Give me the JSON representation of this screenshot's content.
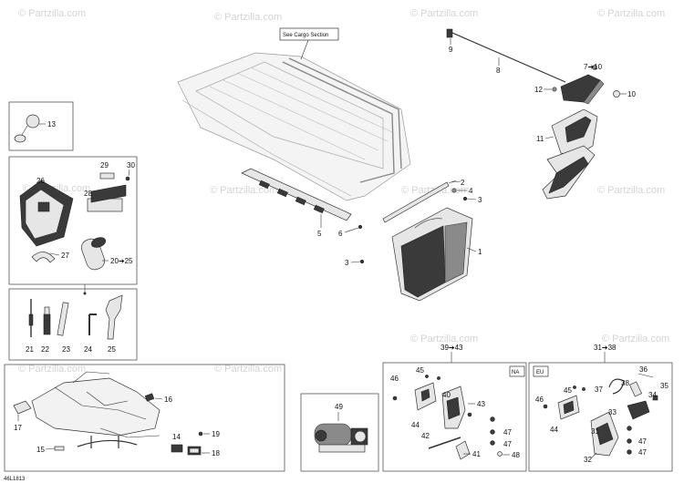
{
  "watermark": "© Partzilla.com",
  "diagram_code": "46L1813",
  "see_cargo_label": "See Cargo Section",
  "region_na": "NA",
  "region_eu": "EU",
  "callouts": {
    "c1": "1",
    "c2": "2",
    "c3a": "3",
    "c3b": "3",
    "c4": "4",
    "c5": "5",
    "c6": "6",
    "c8": "8",
    "c9": "9",
    "c7to10": "7➔10",
    "c10": "10",
    "c11": "11",
    "c12": "12",
    "c13": "13",
    "c14": "14",
    "c15": "15",
    "c16": "16",
    "c17": "17",
    "c18": "18",
    "c19": "19",
    "c20to25": "20➔25",
    "c21": "21",
    "c22": "22",
    "c23": "23",
    "c24": "24",
    "c25": "25",
    "c26": "26",
    "c27": "27",
    "c28": "28",
    "c29": "29",
    "c30": "30",
    "c39to43": "39➔43",
    "c31to38": "31➔38",
    "c40": "40",
    "c41": "41",
    "c42": "42",
    "c43": "43",
    "c44a": "44",
    "c45a": "45",
    "c46a": "46",
    "c47a": "47",
    "c47b": "47",
    "c48": "48",
    "c49": "49",
    "c31": "31",
    "c32": "32",
    "c33": "33",
    "c34": "34",
    "c35": "35",
    "c36": "36",
    "c37": "37",
    "c38": "38",
    "c44b": "44",
    "c45b": "45",
    "c46b": "46",
    "c47c": "47",
    "c47d": "47"
  }
}
